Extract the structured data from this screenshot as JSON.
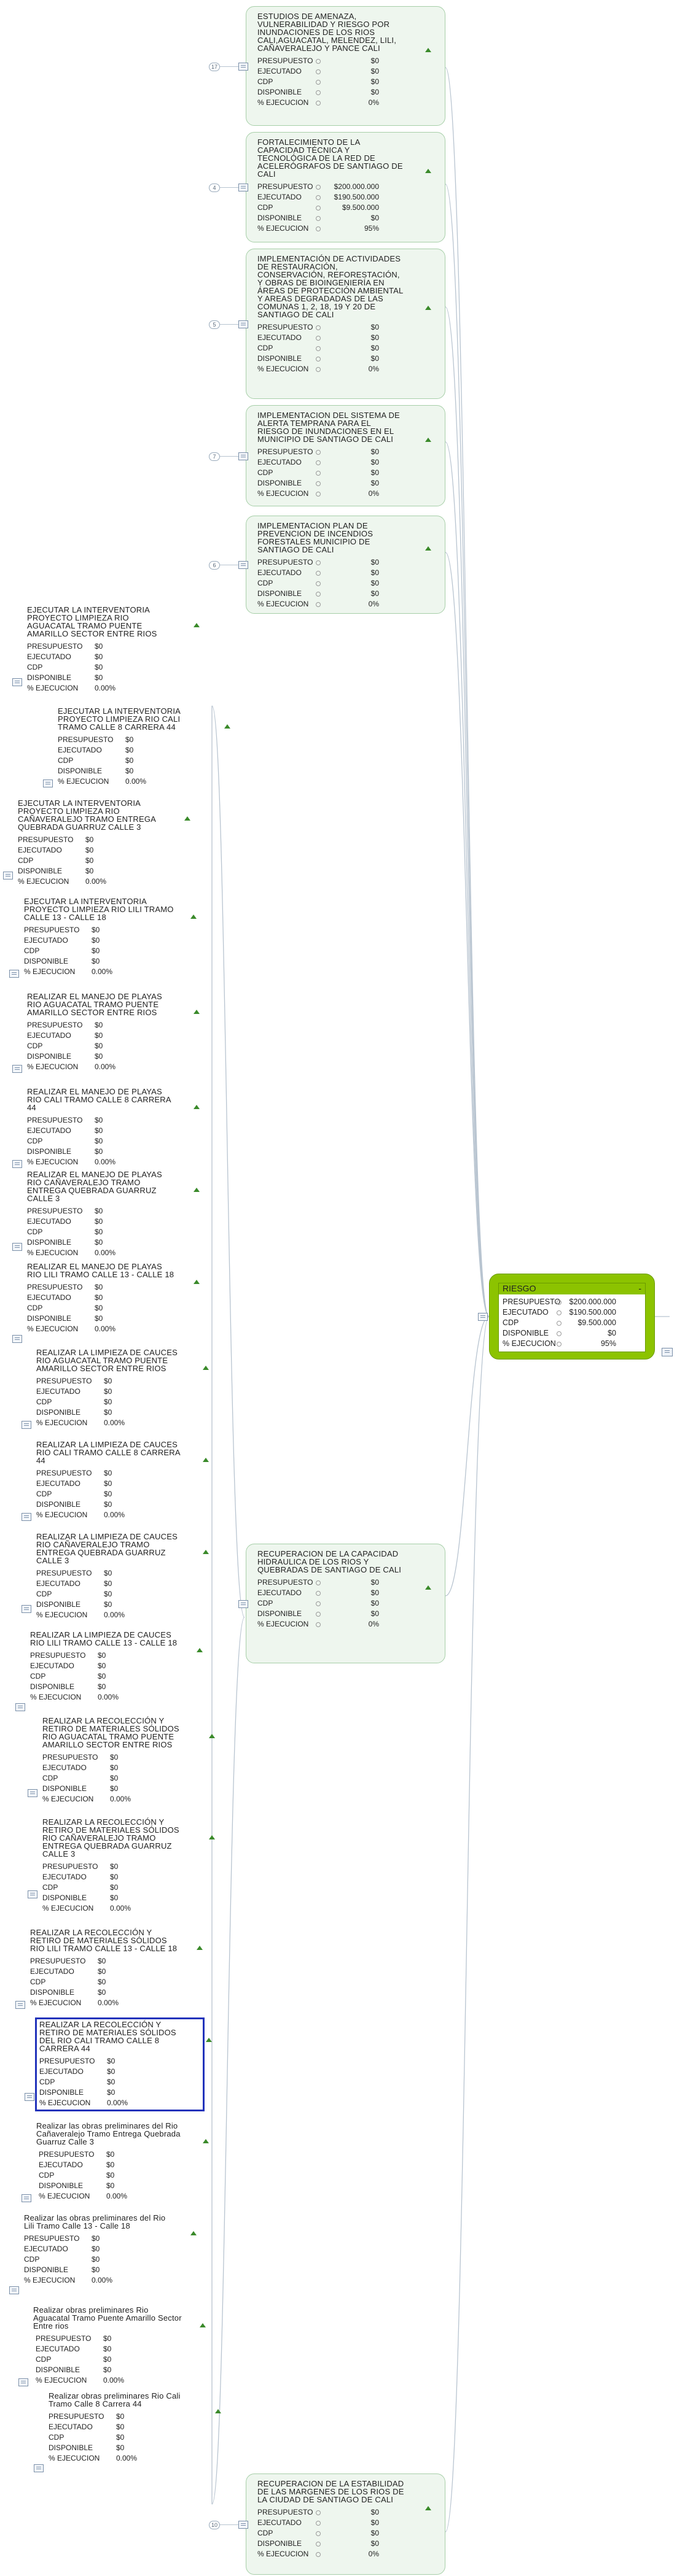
{
  "root": {
    "title": "RIESGO",
    "collapse": "-",
    "rows": [
      {
        "label": "PRESUPUESTO",
        "value": "$200.000.000"
      },
      {
        "label": "EJECUTADO",
        "value": "$190.500.000"
      },
      {
        "label": "CDP",
        "value": "$9.500.000"
      },
      {
        "label": "DISPONIBLE",
        "value": "$0"
      },
      {
        "label": "% EJECUCION",
        "value": "95%"
      }
    ]
  },
  "green_nodes": [
    {
      "title": "ESTUDIOS DE AMENAZA, VULNERABILIDAD Y RIESGO POR INUNDACIONES DE LOS RIOS CALI,AGUACATAL, MELENDEZ, LILI, CAÑAVERALEJO Y PANCE CALI",
      "count": "17",
      "rows": [
        {
          "label": "PRESUPUESTO",
          "value": "$0"
        },
        {
          "label": "EJECUTADO",
          "value": "$0"
        },
        {
          "label": "CDP",
          "value": "$0"
        },
        {
          "label": "DISPONIBLE",
          "value": "$0"
        },
        {
          "label": "% EJECUCION",
          "value": "0%"
        }
      ]
    },
    {
      "title": "FORTALECIMIENTO DE LA CAPACIDAD TÉCNICA Y TECNOLÓGICA DE LA RED DE ACELERÓGRAFOS DE SANTIAGO DE CALI",
      "count": "4",
      "rows": [
        {
          "label": "PRESUPUESTO",
          "value": "$200.000.000"
        },
        {
          "label": "EJECUTADO",
          "value": "$190.500.000"
        },
        {
          "label": "CDP",
          "value": "$9.500.000"
        },
        {
          "label": "DISPONIBLE",
          "value": "$0"
        },
        {
          "label": "% EJECUCION",
          "value": "95%"
        }
      ]
    },
    {
      "title": "IMPLEMENTACIÓN DE ACTIVIDADES DE RESTAURACIÓN, CONSERVACIÓN, REFORESTACIÓN, Y OBRAS DE BIOINGENIERÍA EN ÁREAS DE PROTECCIÓN AMBIENTAL Y AREAS DEGRADADAS DE LAS COMUNAS 1, 2, 18, 19 Y 20 DE SANTIAGO DE CALI",
      "count": "5",
      "rows": [
        {
          "label": "PRESUPUESTO",
          "value": "$0"
        },
        {
          "label": "EJECUTADO",
          "value": "$0"
        },
        {
          "label": "CDP",
          "value": "$0"
        },
        {
          "label": "DISPONIBLE",
          "value": "$0"
        },
        {
          "label": "% EJECUCION",
          "value": "0%"
        }
      ]
    },
    {
      "title": "IMPLEMENTACION DEL SISTEMA DE ALERTA TEMPRANA PARA EL RIESGO DE INUNDACIONES EN EL MUNICIPIO DE SANTIAGO DE CALI",
      "count": "7",
      "rows": [
        {
          "label": "PRESUPUESTO",
          "value": "$0"
        },
        {
          "label": "EJECUTADO",
          "value": "$0"
        },
        {
          "label": "CDP",
          "value": "$0"
        },
        {
          "label": "DISPONIBLE",
          "value": "$0"
        },
        {
          "label": "% EJECUCION",
          "value": "0%"
        }
      ]
    },
    {
      "title": "IMPLEMENTACION PLAN DE PREVENCION DE INCENDIOS FORESTALES MUNICIPIO DE SANTIAGO DE CALI",
      "count": "6",
      "rows": [
        {
          "label": "PRESUPUESTO",
          "value": "$0"
        },
        {
          "label": "EJECUTADO",
          "value": "$0"
        },
        {
          "label": "CDP",
          "value": "$0"
        },
        {
          "label": "DISPONIBLE",
          "value": "$0"
        },
        {
          "label": "% EJECUCION",
          "value": "0%"
        }
      ]
    },
    {
      "title": "RECUPERACION DE LA CAPACIDAD HIDRAULICA DE LOS RIOS Y QUEBRADAS DE SANTIAGO DE CALI",
      "count": "",
      "rows": [
        {
          "label": "PRESUPUESTO",
          "value": "$0"
        },
        {
          "label": "EJECUTADO",
          "value": "$0"
        },
        {
          "label": "CDP",
          "value": "$0"
        },
        {
          "label": "DISPONIBLE",
          "value": "$0"
        },
        {
          "label": "% EJECUCION",
          "value": "0%"
        }
      ]
    },
    {
      "title": "RECUPERACION DE LA ESTABILIDAD DE LAS MARGENES DE LOS RIOS DE LA CIUDAD DE SANTIAGO DE CALI",
      "count": "10",
      "rows": [
        {
          "label": "PRESUPUESTO",
          "value": "$0"
        },
        {
          "label": "EJECUTADO",
          "value": "$0"
        },
        {
          "label": "CDP",
          "value": "$0"
        },
        {
          "label": "DISPONIBLE",
          "value": "$0"
        },
        {
          "label": "% EJECUCION",
          "value": "0%"
        }
      ]
    }
  ],
  "sub_nodes": [
    {
      "title": "EJECUTAR LA INTERVENTORIA PROYECTO LIMPIEZA RIO AGUACATAL TRAMO PUENTE AMARILLO SECTOR ENTRE RIOS"
    },
    {
      "title": "EJECUTAR LA INTERVENTORIA PROYECTO LIMPIEZA RIO CALI TRAMO CALLE 8 CARRERA 44"
    },
    {
      "title": "EJECUTAR LA INTERVENTORIA PROYECTO LIMPIEZA RIO CAÑAVERALEJO TRAMO ENTREGA QUEBRADA GUARRUZ CALLE 3"
    },
    {
      "title": "EJECUTAR LA INTERVENTORIA PROYECTO LIMPIEZA RIO LILI  TRAMO CALLE 13 - CALLE 18"
    },
    {
      "title": "REALIZAR EL MANEJO DE PLAYAS RIO AGUACATAL TRAMO PUENTE AMARILLO SECTOR ENTRE RIOS"
    },
    {
      "title": "REALIZAR EL MANEJO DE PLAYAS RIO CALI TRAMO CALLE 8 CARRERA 44"
    },
    {
      "title": "REALIZAR EL MANEJO DE PLAYAS RIO CAÑAVERALEJO TRAMO ENTREGA QUEBRADA GUARRUZ CALLE 3"
    },
    {
      "title": "REALIZAR EL MANEJO DE PLAYAS RIO LILI  TRAMO  CALLE 13 - CALLE 18"
    },
    {
      "title": "REALIZAR LA LIMPIEZA DE CAUCES RIO AGUACATAL TRAMO PUENTE AMARILLO SECTOR ENTRE RIOS"
    },
    {
      "title": "REALIZAR LA LIMPIEZA DE CAUCES RIO CALI TRAMO CALLE 8 CARRERA 44"
    },
    {
      "title": "REALIZAR LA LIMPIEZA DE CAUCES RIO CAÑAVERALEJO TRAMO ENTREGA QUEBRADA GUARRUZ CALLE 3"
    },
    {
      "title": "REALIZAR LA LIMPIEZA DE CAUCES RIO LILI  TRAMO  CALLE 13 - CALLE 18"
    },
    {
      "title": "REALIZAR LA RECOLECCIÓN Y RETIRO DE MATERIALES SÓLIDOS RIO AGUACATAL TRAMO PUENTE AMARILLO SECTOR ENTRE RIOS"
    },
    {
      "title": "REALIZAR LA RECOLECCIÓN Y RETIRO DE MATERIALES SÓLIDOS RIO CAÑAVERALEJO TRAMO ENTREGA QUEBRADA GUARRUZ CALLE 3"
    },
    {
      "title": "REALIZAR LA RECOLECCIÓN Y RETIRO DE MATERIALES SÓLIDOS RIO LILI  TRAMO  CALLE 13 - CALLE 18"
    },
    {
      "title": "REALIZAR LA RECOLECCIÓN Y RETIRO DE MATERIALES SÓLIDOS DEL  RIO CALI TRAMO CALLE 8 CARRERA 44"
    },
    {
      "title": "Realizar las obras preliminares del Rio Cañaveralejo Tramo Entrega Quebrada Guarruz Calle 3"
    },
    {
      "title": "Realizar las obras preliminares del Rio Lili Tramo  Calle 13 - Calle 18"
    },
    {
      "title": "Realizar obras preliminares  Rio Aguacatal Tramo Puente Amarillo Sector Entre rios"
    },
    {
      "title": "Realizar obras preliminares Rio Cali Tramo Calle 8 Carrera 44"
    }
  ],
  "sub_rows": [
    {
      "label": "PRESUPUESTO",
      "value": "$0"
    },
    {
      "label": "EJECUTADO",
      "value": "$0"
    },
    {
      "label": "CDP",
      "value": "$0"
    },
    {
      "label": "DISPONIBLE",
      "value": "$0"
    },
    {
      "label": "% EJECUCION",
      "value": "0.00%"
    }
  ]
}
